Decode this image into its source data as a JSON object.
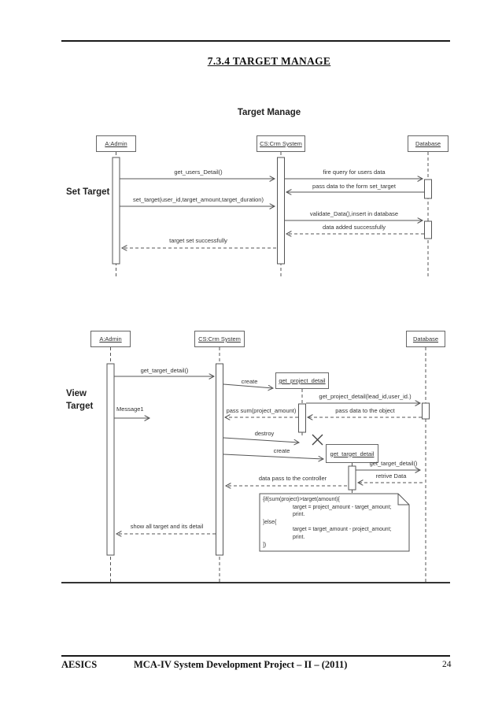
{
  "colors": {
    "ink": "#1a1a1a",
    "line": "#555555",
    "text": "#333333",
    "paper": "#ffffff"
  },
  "page": {
    "section_title": "7.3.4 TARGET MANAGE",
    "footer": {
      "org": "AESICS",
      "title": "MCA-IV System Development Project – II – (2011)",
      "page_number": "24"
    }
  },
  "diagram": {
    "title": "Target Manage",
    "set_target": {
      "section_label": "Set Target",
      "actors": [
        "A:Admin",
        "CS:Crm System",
        "Database"
      ],
      "messages": [
        {
          "label": "get_users_Detail()",
          "from": "A:Admin",
          "to": "CS:Crm System",
          "line": "solid"
        },
        {
          "label": "fire query for users data",
          "from": "CS:Crm System",
          "to": "Database",
          "line": "solid"
        },
        {
          "label": "pass data to the form set_target",
          "from": "Database",
          "to": "CS:Crm System",
          "line": "solid"
        },
        {
          "label": "set_target(user_id,target_amount,target_duration)",
          "from": "A:Admin",
          "to": "CS:Crm System",
          "line": "solid"
        },
        {
          "label": "validate_Data(),insert in database",
          "from": "CS:Crm System",
          "to": "Database",
          "line": "solid"
        },
        {
          "label": "data added successfully",
          "from": "Database",
          "to": "CS:Crm System",
          "line": "dashed"
        },
        {
          "label": "target set successfully",
          "from": "CS:Crm System",
          "to": "A:Admin",
          "line": "dashed"
        }
      ]
    },
    "view_target": {
      "section_label": "View Target",
      "actors": [
        "A:Admin",
        "CS:Crm System",
        "Database"
      ],
      "objects": [
        "get_project_detail",
        "get_target_detail"
      ],
      "messages": [
        {
          "label": "get_target_detail()",
          "from": "A:Admin",
          "to": "CS:Crm System",
          "line": "solid"
        },
        {
          "label": "create",
          "from": "CS:Crm System",
          "to": "get_project_detail",
          "line": "solid"
        },
        {
          "label": "get_project_detail(lead_id,user_id.)",
          "from": "get_project_detail",
          "to": "Database",
          "line": "solid"
        },
        {
          "label": "pass data to the object",
          "from": "Database",
          "to": "get_project_detail",
          "line": "dashed"
        },
        {
          "label": "pass sum(project_amount)",
          "from": "get_project_detail",
          "to": "CS:Crm System",
          "line": "dashed"
        },
        {
          "label": "Message1",
          "from": "A:Admin",
          "to": "",
          "line": "solid"
        },
        {
          "label": "destroy",
          "from": "CS:Crm System",
          "to": "get_project_detail",
          "line": "solid"
        },
        {
          "label": "create",
          "from": "CS:Crm System",
          "to": "get_target_detail",
          "line": "solid"
        },
        {
          "label": "get_target_detail()",
          "from": "get_target_detail",
          "to": "Database",
          "line": "solid"
        },
        {
          "label": "retrive Data",
          "from": "Database",
          "to": "get_target_detail",
          "line": "dashed"
        },
        {
          "label": "data pass to the controller",
          "from": "get_target_detail",
          "to": "CS:Crm System",
          "line": "dashed"
        },
        {
          "label": "show all target and its detail",
          "from": "CS:Crm System",
          "to": "A:Admin",
          "line": "dashed"
        }
      ],
      "note_lines": [
        "{if(sum(project)>target(amount){",
        "target = project_amount - target_amount;",
        "print.",
        "}else{",
        "target = target_amount - project_amount;",
        "print.",
        "])"
      ]
    }
  }
}
